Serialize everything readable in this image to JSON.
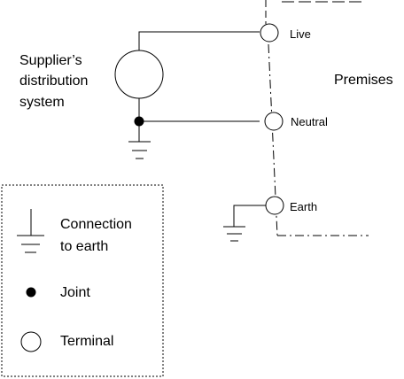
{
  "supplier": {
    "line1": "Supplier’s",
    "line2": "distribution",
    "line3": "system"
  },
  "premises_label": "Premises",
  "terminals": {
    "live": "Live",
    "neutral": "Neutral",
    "earth": "Earth"
  },
  "legend": {
    "connection_line1": "Connection",
    "connection_line2": "to earth",
    "joint": "Joint",
    "terminal": "Terminal"
  },
  "colors": {
    "line": "#000000",
    "background": "#ffffff"
  }
}
